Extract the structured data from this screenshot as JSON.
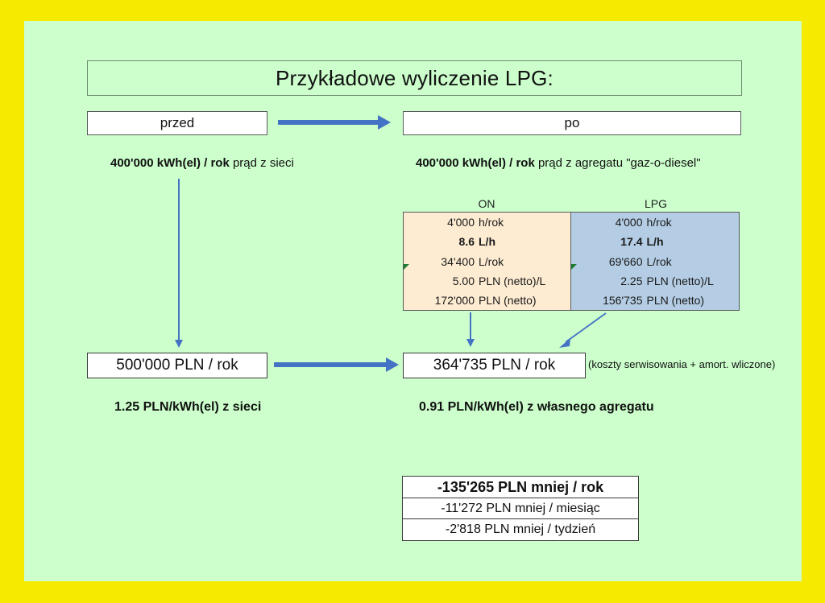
{
  "colors": {
    "frame": "#F5EA00",
    "panel": "#CCFFCC",
    "arrow_blue": "#4472C4",
    "on_cell": "#FDEBD2",
    "lpg_cell": "#B4CDE4",
    "marker_green": "#1E7B34"
  },
  "title": "Przykładowe wyliczenie LPG:",
  "states": {
    "before_label": "przed",
    "after_label": "po"
  },
  "energy": {
    "left_value": "400'000 kWh(el) / rok",
    "left_suffix": " prąd z sieci",
    "right_value": "400'000 kWh(el) / rok",
    "right_suffix": " prąd z agregatu \"gaz-o-diesel\""
  },
  "fuel_table": {
    "headers": [
      "ON",
      "LPG"
    ],
    "row_units": [
      "h/rok",
      "L/h",
      "L/rok",
      "PLN (netto)/L",
      "PLN (netto)"
    ],
    "on": {
      "hours": "4'000",
      "consumption": "8.6",
      "volume": "34'400",
      "price": "5.00",
      "cost": "172'000"
    },
    "lpg": {
      "hours": "4'000",
      "consumption": "17.4",
      "volume": "69'660",
      "price": "2.25",
      "cost": "156'735"
    }
  },
  "costs": {
    "before": "500'000 PLN / rok",
    "after": "364'735 PLN / rok",
    "note": "(koszty serwisowania + amort. wliczone)"
  },
  "unit_prices": {
    "left": "1.25 PLN/kWh(el) z sieci",
    "right": "0.91 PLN/kWh(el) z własnego agregatu"
  },
  "savings": [
    "-135'265 PLN mniej / rok",
    "-11'272 PLN mniej  / miesiąc",
    "-2'818 PLN mniej / tydzień"
  ]
}
